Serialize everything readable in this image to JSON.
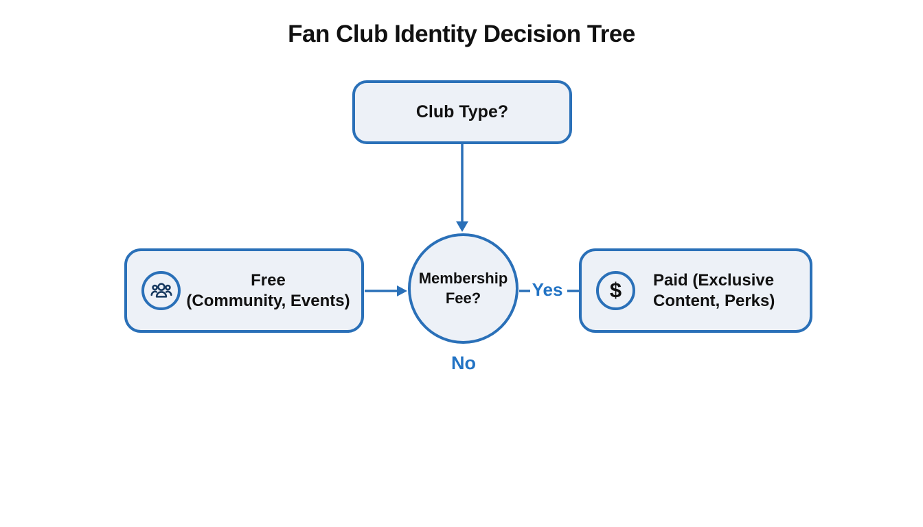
{
  "title": "Fan Club Identity Decision Tree",
  "nodes": {
    "club_type": {
      "label": "Club Type?"
    },
    "membership_fee": {
      "line1": "Membership",
      "line2": "Fee?"
    },
    "free": {
      "title": "Free",
      "subtitle": "(Community, Events)",
      "icon": "people-group-icon"
    },
    "paid": {
      "line1": "Paid (Exclusive",
      "line2": "Content, Perks)",
      "icon": "dollar-icon",
      "dollar_glyph": "$"
    }
  },
  "edge_labels": {
    "yes": "Yes",
    "no": "No"
  },
  "colors": {
    "accent_blue": "#2a70b8",
    "node_fill": "#edf1f7",
    "label_blue": "#2273c4",
    "icon_navy": "#17395f",
    "text_dark": "#111111"
  }
}
